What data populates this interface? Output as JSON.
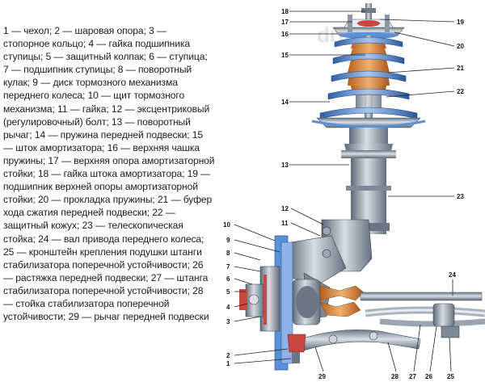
{
  "caption": "1 — чехол; 2 — шаровая опора; 3 — стопорное кольцо; 4 — гайка подшипника ступицы; 5 — защитный колпак; 6 — ступица; 7 — подшипник ступицы; 8 — поворотный кулак; 9 — диск тормозного механизма переднего колеса; 10 — щит тормозного механизма; 11 — гайка; 12 — эксцентриковый (регулировочный) болт; 13 — поворотный рычаг; 14 — пружина передней подвески; 15 — шток амортизатора; 16 — верхняя чашка пружины; 17 — верхняя опора амортизаторной стойки; 18 — гайка штока амортизатора; 19 — подшипник верхней опоры амортизаторной стойки; 20 — прокладка пружины; 21 — буфер хода сжатия передней подвески; 22 — защитный кожух; 23 — телескопическая стойка; 24 — вал привода переднего колеса; 25 — кронштейн крепления подушки штанги стабилизатора поперечной устойчивости; 26 — растяжка передней подвески; 27 — штанга стабилизатора поперечной устойчивости; 28 — стойка стабилизатора поперечной устойчивости; 29 — рычаг передней подвески",
  "watermark": "drive",
  "labels": {
    "n1": "1",
    "n2": "2",
    "n3": "3",
    "n4": "4",
    "n5": "5",
    "n6": "6",
    "n7": "7",
    "n8": "8",
    "n9": "9",
    "n10": "10",
    "n11": "11",
    "n12": "12",
    "n13": "13",
    "n14": "14",
    "n15": "15",
    "n16": "16",
    "n17": "17",
    "n18": "18",
    "n19": "19",
    "n20": "20",
    "n21": "21",
    "n22": "22",
    "n23": "23",
    "n24": "24",
    "n25": "25",
    "n26": "26",
    "n27": "27",
    "n28": "28",
    "n29": "29"
  },
  "colors": {
    "metal": "#8a97a6",
    "metal_dark": "#4d5866",
    "metal_light": "#cfd6de",
    "boot": "#d9883a",
    "blue": "#5b8fd6",
    "red": "#c9473e"
  }
}
